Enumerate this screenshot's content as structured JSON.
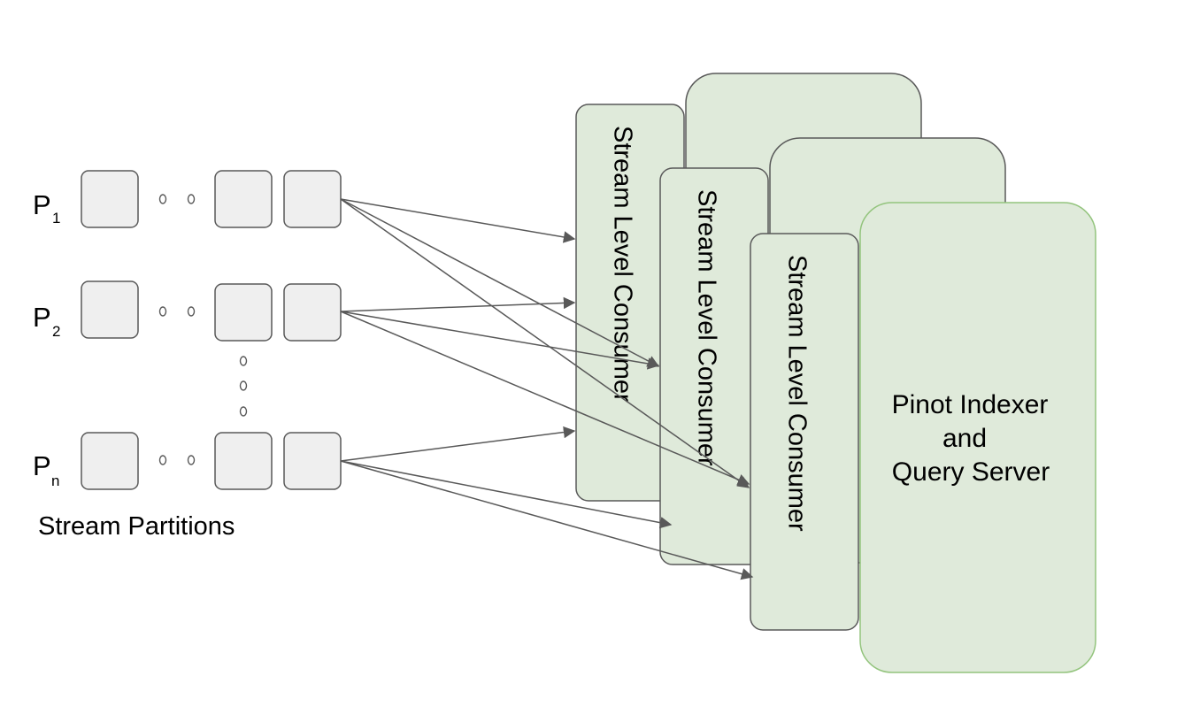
{
  "partitions": [
    {
      "letter": "P",
      "subscript": "1"
    },
    {
      "letter": "P",
      "subscript": "2"
    },
    {
      "letter": "P",
      "subscript": "n"
    }
  ],
  "partitions_caption": "Stream Partitions",
  "consumers": [
    {
      "label": "Stream Level Consumer"
    },
    {
      "label": "Stream Level Consumer"
    },
    {
      "label": "Stream Level Consumer"
    }
  ],
  "server": {
    "line1": "Pinot Indexer",
    "line2": "and",
    "line3": "Query Server"
  },
  "colors": {
    "partition_fill": "#efefef",
    "server_fill": "#dfeada",
    "server_border": "#93c47d",
    "stroke": "#595959"
  }
}
